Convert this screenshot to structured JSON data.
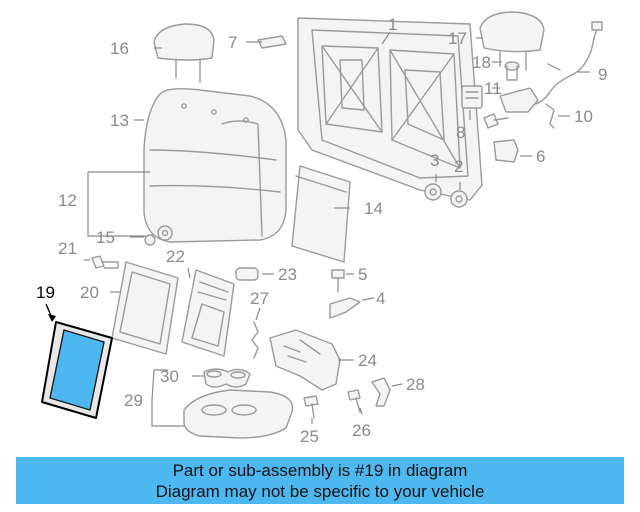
{
  "callouts": {
    "c1": "1",
    "c2": "2",
    "c3": "3",
    "c4": "4",
    "c5": "5",
    "c6": "6",
    "c7": "7",
    "c8": "8",
    "c9": "9",
    "c10": "10",
    "c11": "11",
    "c12": "12",
    "c13": "13",
    "c14": "14",
    "c15": "15",
    "c16": "16",
    "c17": "17",
    "c18": "18",
    "c19": "19",
    "c20": "20",
    "c21": "21",
    "c22": "22",
    "c23": "23",
    "c24": "24",
    "c25": "25",
    "c26": "26",
    "c27": "27",
    "c28": "28",
    "c29": "29",
    "c30": "30"
  },
  "highlight": {
    "part_number": "19",
    "color": "#4db8f0"
  },
  "banner": {
    "line1": "Part or sub-assembly is #19 in diagram",
    "line2": "Diagram may not be specific to your vehicle",
    "background": "#4db8f0"
  }
}
